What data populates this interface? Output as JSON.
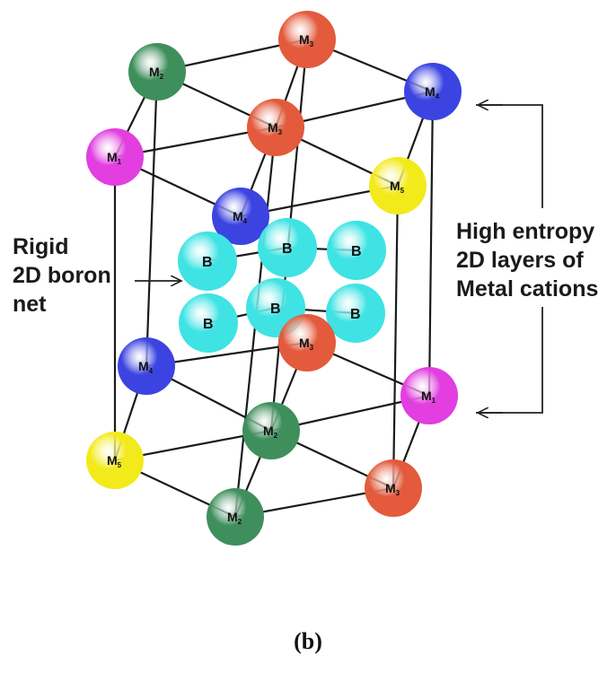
{
  "labels": {
    "left": [
      "Rigid",
      "2D boron",
      "net"
    ],
    "right": [
      "High entropy",
      "2D layers of",
      "Metal cations"
    ],
    "caption": "(b)"
  },
  "colors": {
    "M1": "#e23ee0",
    "M2": "#3f8f5d",
    "M3": "#e35a3c",
    "M4": "#3b44e0",
    "M5": "#f3ea1c",
    "B": "#3fe3e3"
  },
  "atoms": [
    {
      "type": "M",
      "sub": "3",
      "kind": "M3"
    },
    {
      "type": "M",
      "sub": "2",
      "kind": "M2"
    },
    {
      "type": "M",
      "sub": "4",
      "kind": "M4"
    },
    {
      "type": "M",
      "sub": "3",
      "kind": "M3"
    },
    {
      "type": "M",
      "sub": "1",
      "kind": "M1"
    },
    {
      "type": "M",
      "sub": "5",
      "kind": "M5"
    },
    {
      "type": "M",
      "sub": "4",
      "kind": "M4"
    },
    {
      "type": "B",
      "sub": "",
      "kind": "B"
    },
    {
      "type": "B",
      "sub": "",
      "kind": "B"
    },
    {
      "type": "B",
      "sub": "",
      "kind": "B"
    },
    {
      "type": "B",
      "sub": "",
      "kind": "B"
    },
    {
      "type": "B",
      "sub": "",
      "kind": "B"
    },
    {
      "type": "B",
      "sub": "",
      "kind": "B"
    },
    {
      "type": "M",
      "sub": "3",
      "kind": "M3"
    },
    {
      "type": "M",
      "sub": "4",
      "kind": "M4"
    },
    {
      "type": "M",
      "sub": "1",
      "kind": "M1"
    },
    {
      "type": "M",
      "sub": "2",
      "kind": "M2"
    },
    {
      "type": "M",
      "sub": "5",
      "kind": "M5"
    },
    {
      "type": "M",
      "sub": "3",
      "kind": "M3"
    },
    {
      "type": "M",
      "sub": "2",
      "kind": "M2"
    }
  ]
}
